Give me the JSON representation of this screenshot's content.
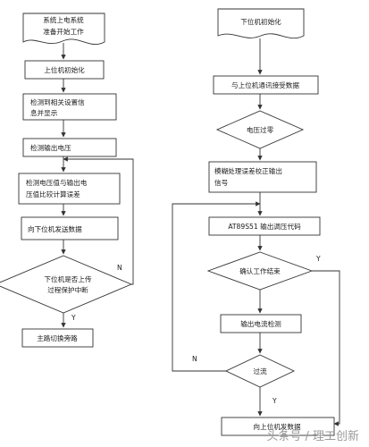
{
  "left": {
    "start": [
      "系统上电系统",
      "准备开始工作"
    ],
    "upper_init": "上位机初始化",
    "detect_display": [
      "检测到相关设置信",
      "息并显示"
    ],
    "detect_output": "检测输出电压",
    "compare": [
      "检测电压值与输出电",
      "压值比较计算误差"
    ],
    "send_lower": "向下位机发送数据",
    "decision": [
      "下位机是否上传",
      "过程保护中断"
    ],
    "yes": "Y",
    "no": "N",
    "main_switch": "主路切换旁路"
  },
  "right": {
    "lower_init": "下位机初始化",
    "receive": "与上位机通讯接受数据",
    "zero": "电压过零",
    "fuzzy": [
      "模糊处理误差校正输出",
      "信号"
    ],
    "at89": "AT89S51 输出调压代码",
    "confirm": "确认工作结束",
    "current_detect": "输出电流检测",
    "overcurrent": "过流",
    "bottom": "向上位机发数据",
    "labels": {
      "n_loop": "N",
      "y_right": "Y",
      "n_over": "N",
      "y_over": "Y"
    }
  },
  "watermark": "头条号 / 理工创新"
}
